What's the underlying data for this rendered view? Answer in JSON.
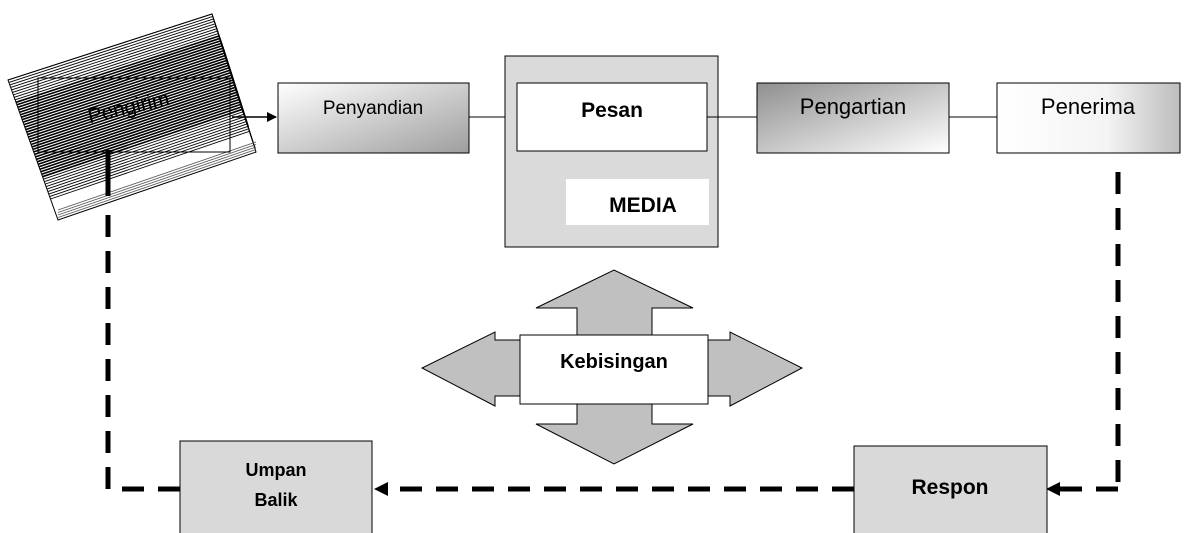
{
  "nodes": {
    "sender": "Pengirim",
    "encoding": "Penyandian",
    "message": "Pesan",
    "media": "MEDIA",
    "decoding": "Pengartian",
    "receiver": "Penerima",
    "noise": "Kebisingan",
    "response": "Respon",
    "feedback_line1": "Umpan",
    "feedback_line2": "Balik"
  },
  "colors": {
    "stroke": "#000000",
    "gray_fill": "#d9d9d9",
    "media_fill": "#dadada",
    "noise_arrow_fill": "#c0c0c0",
    "white": "#ffffff"
  }
}
